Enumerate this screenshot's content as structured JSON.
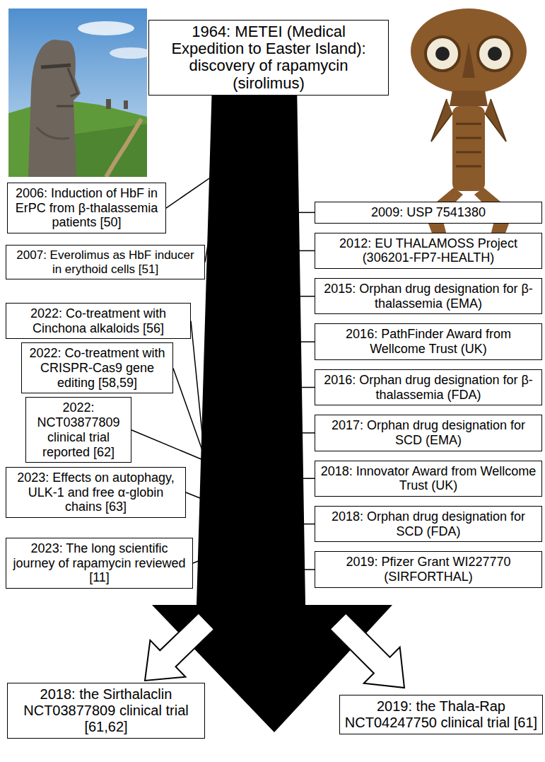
{
  "diagram": {
    "nodes": [
      {
        "text": [
          "1964: METEI (Medical Expedition to Easter Island): discovery of rapamycin (sirolimus)"
        ]
      },
      {
        "text": [
          "2006: Induction of HbF in ErPC from β-thalassemia patients [50]"
        ]
      },
      {
        "text": [
          "2007: Everolimus as HbF inducer in erythoid cells [51]"
        ]
      },
      {
        "text": [
          "2022: Co-treatment with Cinchona alkaloids [56]"
        ]
      },
      {
        "text": [
          "2022: Co-treatment with CRISPR-Cas9 gene editing [58,59]"
        ]
      },
      {
        "text": [
          "2022: NCT03877809 clinical trial reported [62]"
        ]
      },
      {
        "text": [
          "2023: Effects on autophagy, ULK-1 and free α-globin chains [63]"
        ]
      },
      {
        "text": [
          "2023: The long scientific journey of rapamycin reviewed [11]"
        ]
      },
      {
        "text": [
          "2009: USP 7541380"
        ]
      },
      {
        "text": [
          "2012: EU THALAMOSS Project (306201-FP7-HEALTH)"
        ]
      },
      {
        "text": [
          "2015: Orphan drug designation for β-thalassemia (EMA)"
        ]
      },
      {
        "text": [
          "2016: PathFinder Award from Wellcome Trust (UK)"
        ]
      },
      {
        "text": [
          "2016: Orphan drug designation for β-thalassemia (FDA)"
        ]
      },
      {
        "text": [
          "2017: Orphan drug designation for SCD (EMA)"
        ]
      },
      {
        "text": [
          "2018: Innovator Award from Wellcome Trust (UK)"
        ]
      },
      {
        "text": [
          "2018: Orphan drug designation for SCD (FDA)"
        ]
      },
      {
        "text": [
          "2019: Pfizer Grant WI227770 (SIRFORTHAL)"
        ]
      },
      {
        "text": [
          "2018: the Sirthalaclin NCT03877809 clinical trial [61,62]"
        ]
      },
      {
        "text": [
          "2019: the Thala-Rap NCT04247750 clinical trial [61]"
        ]
      }
    ]
  }
}
